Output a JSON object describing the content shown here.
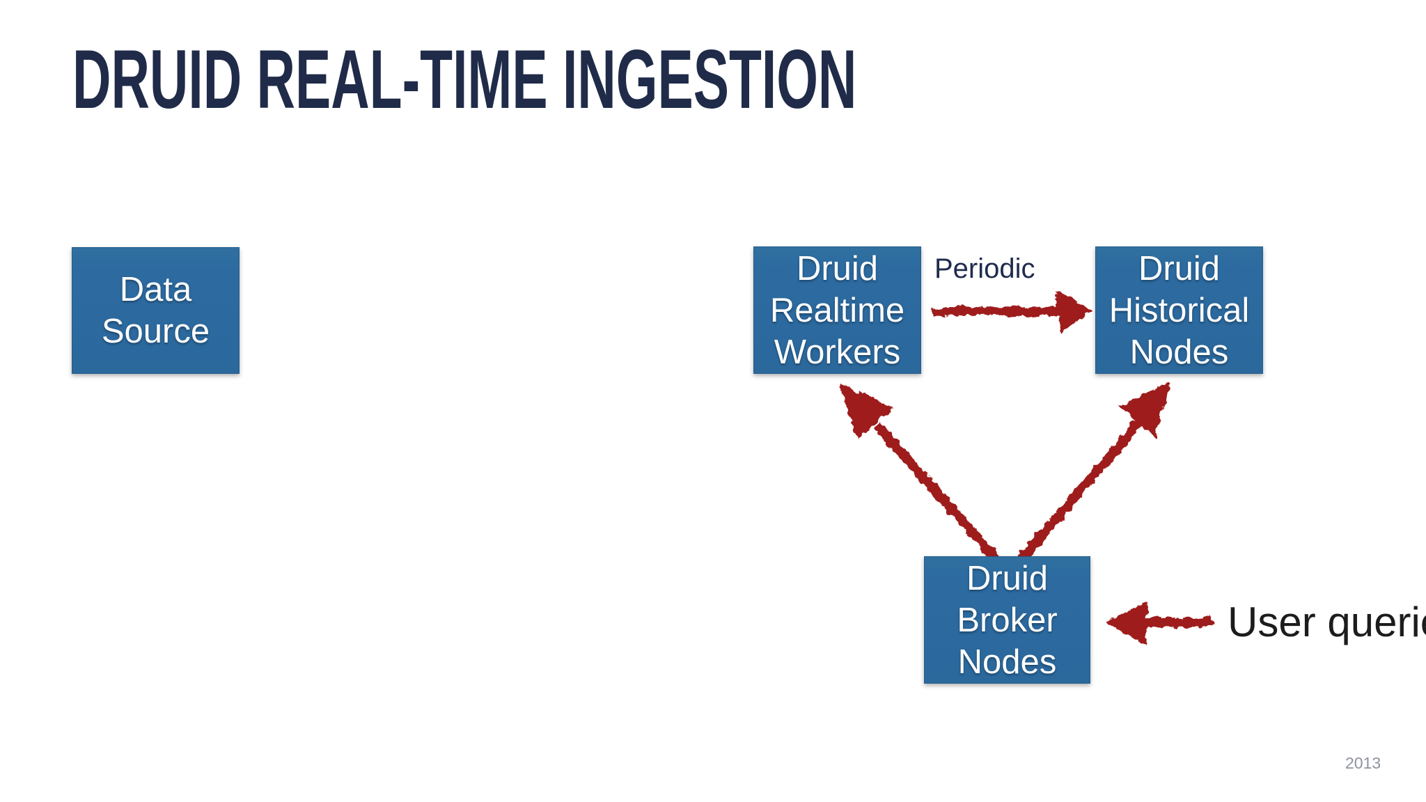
{
  "title": "DRUID REAL-TIME INGESTION",
  "nodes": {
    "data_source": {
      "label": "Data\nSource"
    },
    "realtime": {
      "label": "Druid\nRealtime\nWorkers"
    },
    "historical": {
      "label": "Druid\nHistorical\nNodes"
    },
    "broker": {
      "label": "Druid\nBroker\nNodes"
    }
  },
  "annotations": {
    "periodic": "Periodic",
    "user_queries": "User queries"
  },
  "footer": {
    "year": "2013"
  },
  "edges": [
    {
      "from": "Druid Realtime Workers",
      "to": "Druid Historical Nodes",
      "label": "Periodic",
      "style": "hand-drawn red arrow"
    },
    {
      "from": "Druid Broker Nodes",
      "to": "Druid Realtime Workers",
      "label": "",
      "style": "hand-drawn red arrow"
    },
    {
      "from": "Druid Broker Nodes",
      "to": "Druid Historical Nodes",
      "label": "",
      "style": "hand-drawn red arrow"
    },
    {
      "from": "User queries",
      "to": "Druid Broker Nodes",
      "label": "",
      "style": "hand-drawn red arrow"
    }
  ],
  "colors": {
    "node_blue": "#2c6aa0",
    "node_text": "#ffffff",
    "arrow_red": "#9e1d1a",
    "title_navy": "#1f2b48",
    "annotation_navy": "#202c4e",
    "annotation_black": "#1c1c1c",
    "year_gray": "#8f949d",
    "background": "#ffffff"
  }
}
